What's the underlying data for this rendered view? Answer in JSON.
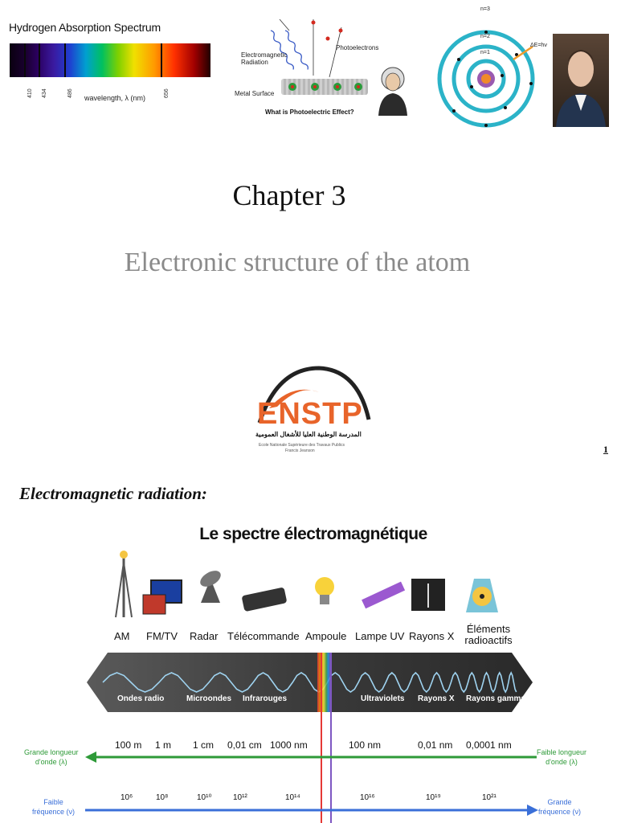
{
  "header_images": {
    "hydrogen": {
      "title": "Hydrogen Absorption Spectrum",
      "lines": [
        "410",
        "434",
        "486",
        "656"
      ],
      "axis_label": "wavelength, λ (nm)"
    },
    "photoelectric": {
      "labels": {
        "radiation": "Electromagnetic\nRadiation",
        "photoelectrons": "Photoelectrons",
        "metal": "Metal Surface"
      },
      "caption": "What is Photoelectric Effect?"
    },
    "bohr": {
      "levels": [
        "n=3",
        "n=2",
        "n=1"
      ],
      "energy": "ΔE=hν"
    }
  },
  "slide1": {
    "chapter": "Chapter 3",
    "subtitle": "Electronic structure of the atom",
    "logo": {
      "name": "ENSTP",
      "arabic": "المدرسة الوطنية العليا للأشغال العمومية",
      "french": "Ecole Nationale Supérieure des Travaux Publics",
      "french2": "Francis Jeanson"
    },
    "page_number": "1"
  },
  "slide2": {
    "heading": "Electromagnetic radiation:",
    "figure": {
      "title": "Le spectre électromagnétique",
      "devices": [
        "AM",
        "FM/TV",
        "Radar",
        "Télécommande",
        "Ampoule",
        "Lampe UV",
        "Rayons X",
        "Éléments radioactifs"
      ],
      "bands": [
        "Ondes radio",
        "Microondes",
        "Infrarouges",
        "Ultraviolets",
        "Rayons X",
        "Rayons gamma"
      ],
      "wavelengths": [
        "100 m",
        "1 m",
        "1 cm",
        "0,01 cm",
        "1000 nm",
        "100 nm",
        "0,01 nm",
        "0,0001 nm"
      ],
      "frequencies": [
        "10⁶",
        "10⁸",
        "10¹⁰",
        "10¹²",
        "10¹⁴",
        "10¹⁶",
        "10¹⁹",
        "10²¹"
      ],
      "left_wavelength": "Grande longueur\nd'onde (λ)",
      "right_wavelength": "Faible longueur\nd'onde (λ)",
      "left_frequency": "Faible\nfréquence (ν)",
      "right_frequency": "Grande\nfréquence (ν)"
    }
  },
  "colors": {
    "logo_orange": "#e8642a",
    "wavelength_green": "#2e9a38",
    "frequency_blue": "#3a6fd8",
    "subtitle_gray": "#8a8a8a"
  }
}
